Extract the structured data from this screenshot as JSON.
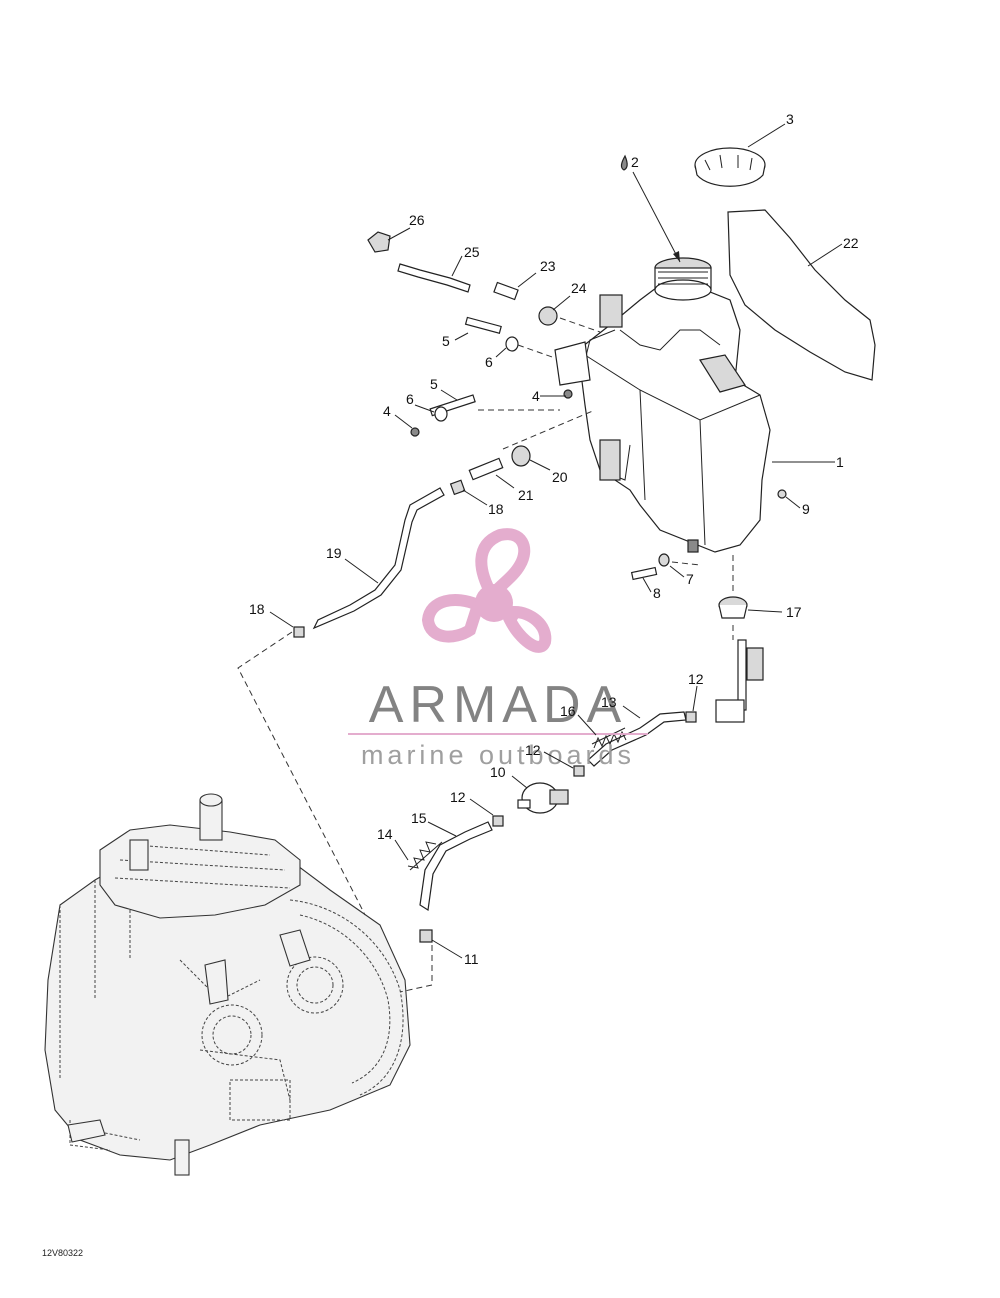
{
  "diagram": {
    "callouts": [
      {
        "id": "c1",
        "text": "1"
      },
      {
        "id": "c2",
        "text": "2"
      },
      {
        "id": "c3",
        "text": "3"
      },
      {
        "id": "c4a",
        "text": "4"
      },
      {
        "id": "c4b",
        "text": "4"
      },
      {
        "id": "c5a",
        "text": "5"
      },
      {
        "id": "c5b",
        "text": "5"
      },
      {
        "id": "c6a",
        "text": "6"
      },
      {
        "id": "c6b",
        "text": "6"
      },
      {
        "id": "c7",
        "text": "7"
      },
      {
        "id": "c8",
        "text": "8"
      },
      {
        "id": "c9",
        "text": "9"
      },
      {
        "id": "c10",
        "text": "10"
      },
      {
        "id": "c11",
        "text": "11"
      },
      {
        "id": "c12a",
        "text": "12"
      },
      {
        "id": "c12b",
        "text": "12"
      },
      {
        "id": "c12c",
        "text": "12"
      },
      {
        "id": "c13",
        "text": "13"
      },
      {
        "id": "c14",
        "text": "14"
      },
      {
        "id": "c15",
        "text": "15"
      },
      {
        "id": "c16",
        "text": "16"
      },
      {
        "id": "c17",
        "text": "17"
      },
      {
        "id": "c18a",
        "text": "18"
      },
      {
        "id": "c18b",
        "text": "18"
      },
      {
        "id": "c19",
        "text": "19"
      },
      {
        "id": "c20",
        "text": "20"
      },
      {
        "id": "c21",
        "text": "21"
      },
      {
        "id": "c22",
        "text": "22"
      },
      {
        "id": "c23",
        "text": "23"
      },
      {
        "id": "c24",
        "text": "24"
      },
      {
        "id": "c25",
        "text": "25"
      },
      {
        "id": "c26",
        "text": "26"
      }
    ],
    "figure_code": "12V80322"
  },
  "watermark": {
    "brand": "ARMADA",
    "tagline": "marine outboards",
    "color": "#e3a9cc",
    "text_color": "#7d7d7d"
  }
}
